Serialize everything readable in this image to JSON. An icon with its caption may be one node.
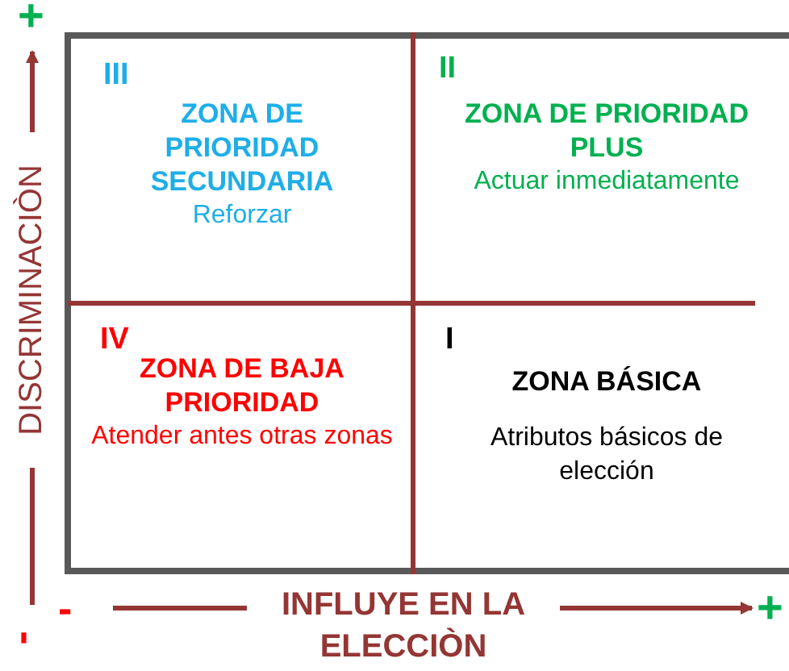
{
  "diagram": {
    "nodes": [
      {
        "text": [
          "III",
          "ZONA DE PRIORIDAD SECUNDARIA",
          "Reforzar"
        ]
      },
      {
        "text": [
          "II",
          "ZONA DE PRIORIDAD PLUS",
          "Actuar inmediatamente"
        ]
      },
      {
        "text": [
          "IV",
          "ZONA DE BAJA PRIORIDAD",
          "Atender antes otras zonas"
        ]
      },
      {
        "text": [
          "I",
          "ZONA BÁSICA",
          "Atributos básicos de elección"
        ]
      }
    ],
    "edges": [],
    "labels": [
      "+",
      "DISCRIMINACIÒN",
      "-",
      "-",
      "INFLUYE EN LA ELECCIÒN",
      "+"
    ]
  }
}
